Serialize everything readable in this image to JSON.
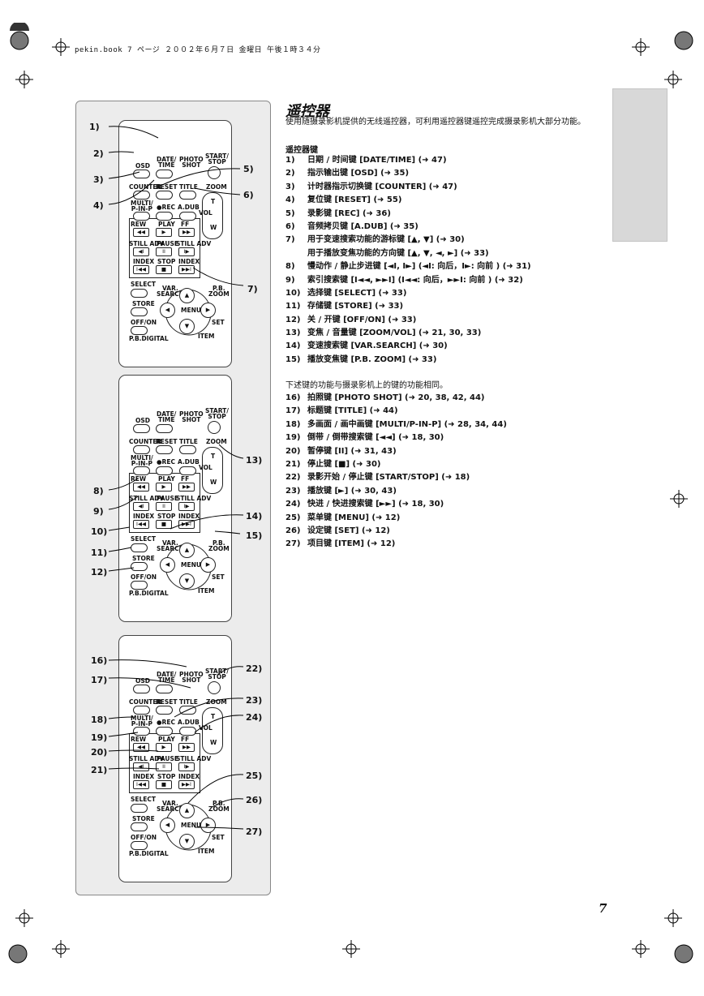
{
  "header": {
    "text": "pekin.book  7 ページ  ２００２年６月７日  金曜日  午後１時３４分"
  },
  "title": "遥控器",
  "intro": "使用随摄录影机提供的无线遥控器，可利用遥控器键遥控完成摄录影机大部分功能。",
  "subhead": "遥控器键",
  "keys_a": [
    {
      "n": "1)",
      "t": "日期 / 时间键 [DATE/TIME] (➜ 47)"
    },
    {
      "n": "2)",
      "t": "指示输出键 [OSD] (➜ 35)"
    },
    {
      "n": "3)",
      "t": "计时器指示切换键 [COUNTER] (➜ 47)"
    },
    {
      "n": "4)",
      "t": "复位键 [RESET] (➜ 55)"
    },
    {
      "n": "5)",
      "t": "录影键 [REC] (➜ 36)"
    },
    {
      "n": "6)",
      "t": "音频拷贝键 [A.DUB] (➜ 35)"
    },
    {
      "n": "7)",
      "t": "用于变速搜索功能的游标键 [▲, ▼] (➜ 30)"
    },
    {
      "n": "",
      "t": "用于播放变焦功能的方向键 [▲, ▼, ◄, ►] (➜ 33)"
    },
    {
      "n": "8)",
      "t": "慢动作 / 静止步进键 [◄I, I►] (◄I: 向后，I►: 向前 ) (➜ 31)"
    },
    {
      "n": "9)",
      "t": "索引搜索键 [I◄◄, ►►I] (I◄◄: 向后，►►I: 向前 ) (➜ 32)"
    },
    {
      "n": "10)",
      "t": "选择键 [SELECT] (➜ 33)"
    },
    {
      "n": "11)",
      "t": "存储键 [STORE] (➜ 33)"
    },
    {
      "n": "12)",
      "t": "关 / 开键 [OFF/ON] (➜ 33)"
    },
    {
      "n": "13)",
      "t": "变焦 / 音量键 [ZOOM/VOL] (➜ 21, 30, 33)"
    },
    {
      "n": "14)",
      "t": "变速搜索键 [VAR.SEARCH] (➜ 30)"
    },
    {
      "n": "15)",
      "t": "播放变焦键 [P.B. ZOOM] (➜ 33)"
    }
  ],
  "note2": "下述键的功能与摄录影机上的键的功能相同。",
  "keys_b": [
    {
      "n": "16)",
      "t": "拍照键 [PHOTO SHOT] (➜ 20, 38, 42, 44)"
    },
    {
      "n": "17)",
      "t": "标题键 [TITLE] (➜ 44)"
    },
    {
      "n": "18)",
      "t": "多画面 / 画中画键 [MULTI/P-IN-P] (➜ 28, 34, 44)"
    },
    {
      "n": "19)",
      "t": "倒带 / 倒带搜索键 [◄◄] (➜ 18, 30)"
    },
    {
      "n": "20)",
      "t": "暂停键 [II] (➜ 31, 43)"
    },
    {
      "n": "21)",
      "t": "停止键 [■] (➜ 30)"
    },
    {
      "n": "22)",
      "t": "录影开始 / 停止键 [START/STOP] (➜ 18)"
    },
    {
      "n": "23)",
      "t": "播放键 [►] (➜ 30, 43)"
    },
    {
      "n": "24)",
      "t": "快进 / 快进搜索键 [►►] (➜ 18, 30)"
    },
    {
      "n": "25)",
      "t": "菜单键 [MENU] (➜ 12)"
    },
    {
      "n": "26)",
      "t": "设定键 [SET] (➜ 12)"
    },
    {
      "n": "27)",
      "t": "项目键 [ITEM] (➜ 12)"
    }
  ],
  "page_number": "7",
  "remote_labels": {
    "osd": "OSD",
    "datetime": "DATE/\nTIME",
    "photo": "PHOTO\nSHOT",
    "startstop": "START/\nSTOP",
    "counter": "COUNTER",
    "reset": "RESET",
    "title": "TITLE",
    "zoom": "ZOOM",
    "multi": "MULTI/\nP-IN-P",
    "rec": "●REC",
    "adub": "A.DUB",
    "t": "T",
    "w": "W",
    "vol": "VOL",
    "rew": "REW",
    "play": "PLAY",
    "ff": "FF",
    "still_adv_l": "STILL ADV",
    "pause": "PAUSE",
    "still_adv_r": "STILL ADV",
    "index_l": "INDEX",
    "stop": "STOP",
    "index_r": "INDEX",
    "select": "SELECT",
    "var": "VAR.\nSEARCH",
    "pbzoom": "P.B.\nZOOM",
    "store": "STORE",
    "menu": "MENU",
    "set": "SET",
    "offon": "OFF/ON",
    "item": "ITEM",
    "pbdigital": "P.B.DIGITAL",
    "g_rew": "◀◀",
    "g_play": "▶",
    "g_ff": "▶▶",
    "g_sl": "◀I",
    "g_pause": "II",
    "g_sr": "I▶",
    "g_il": "I◀◀",
    "g_stop": "■",
    "g_ir": "▶▶I",
    "g_up": "▲",
    "g_left": "◀",
    "g_right": "▶",
    "g_down": "▼"
  },
  "callouts": {
    "c1": "1)",
    "c2": "2)",
    "c3": "3)",
    "c4": "4)",
    "c5": "5)",
    "c6": "6)",
    "c7": "7)",
    "c8": "8)",
    "c9": "9)",
    "c10": "10)",
    "c11": "11)",
    "c12": "12)",
    "c13": "13)",
    "c14": "14)",
    "c15": "15)",
    "c16": "16)",
    "c17": "17)",
    "c18": "18)",
    "c19": "19)",
    "c20": "20)",
    "c21": "21)",
    "c22": "22)",
    "c23": "23)",
    "c24": "24)",
    "c25": "25)",
    "c26": "26)",
    "c27": "27)"
  }
}
